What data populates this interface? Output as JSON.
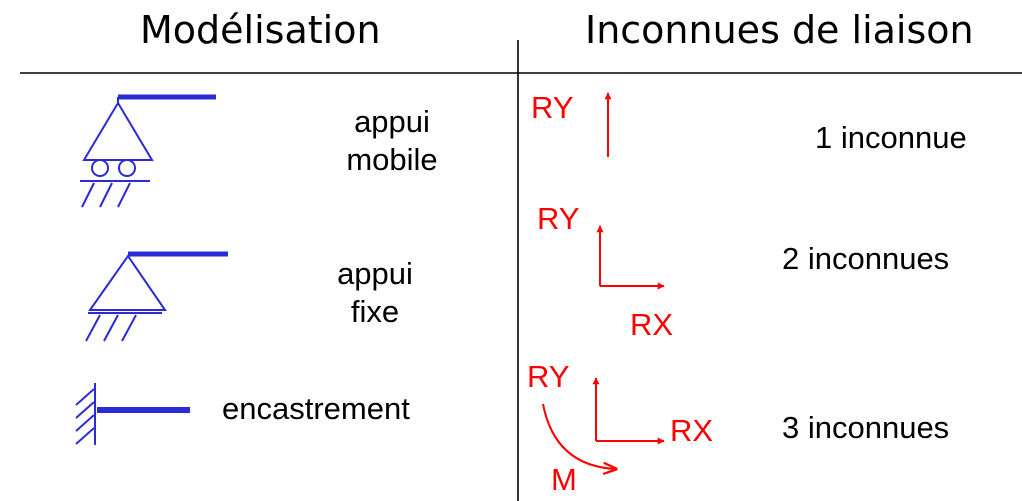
{
  "headers": {
    "left": "Modélisation",
    "right": "Inconnues de liaison"
  },
  "rows": [
    {
      "label_line1": "appui",
      "label_line2": "mobile",
      "reaction_labels": [
        "RY"
      ],
      "count": "1 inconnue"
    },
    {
      "label_line1": "appui",
      "label_line2": "fixe",
      "reaction_labels": [
        "RY",
        "RX"
      ],
      "count": "2 inconnues"
    },
    {
      "label_line1": "encastrement",
      "reaction_labels": [
        "RY",
        "RX",
        "M"
      ],
      "count": "3 inconnues"
    }
  ],
  "colors": {
    "support": "#2b2bd6",
    "reaction": "#ff0000",
    "text": "#000000"
  }
}
